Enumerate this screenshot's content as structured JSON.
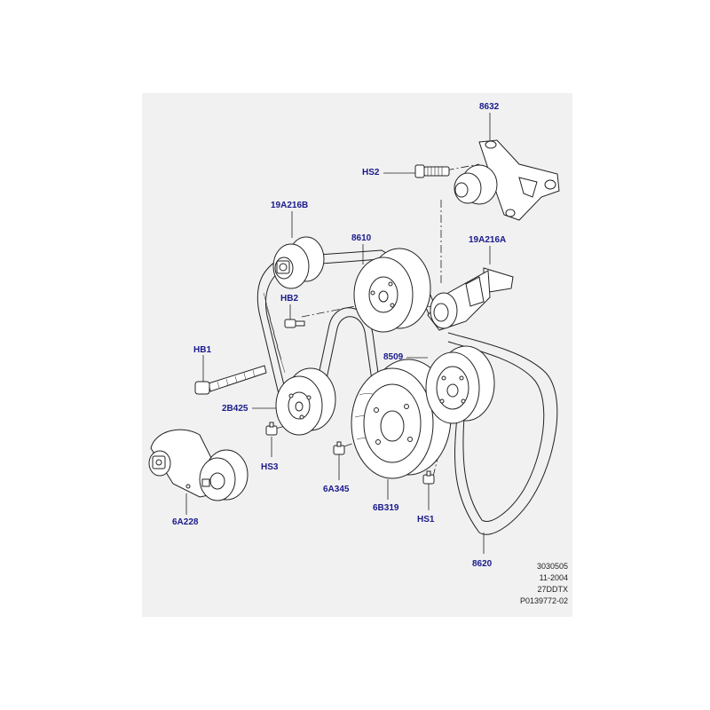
{
  "diagram": {
    "background_color": "#f1f1f1",
    "label_color": "#1a1a8c",
    "parts": [
      {
        "id": "p8632",
        "label": "8632"
      },
      {
        "id": "pHS2",
        "label": "HS2"
      },
      {
        "id": "p19A216B",
        "label": "19A216B"
      },
      {
        "id": "p8610",
        "label": "8610"
      },
      {
        "id": "p19A216A",
        "label": "19A216A"
      },
      {
        "id": "pHB2",
        "label": "HB2"
      },
      {
        "id": "pHB1",
        "label": "HB1"
      },
      {
        "id": "p8509",
        "label": "8509"
      },
      {
        "id": "p2B425",
        "label": "2B425"
      },
      {
        "id": "pHS3",
        "label": "HS3"
      },
      {
        "id": "p6A345",
        "label": "6A345"
      },
      {
        "id": "p6B319",
        "label": "6B319"
      },
      {
        "id": "pHS1",
        "label": "HS1"
      },
      {
        "id": "p6A228",
        "label": "6A228"
      },
      {
        "id": "p8620",
        "label": "8620"
      }
    ],
    "reference": [
      "3030505",
      "11-2004",
      "27DDTX",
      "P0139772-02"
    ]
  }
}
